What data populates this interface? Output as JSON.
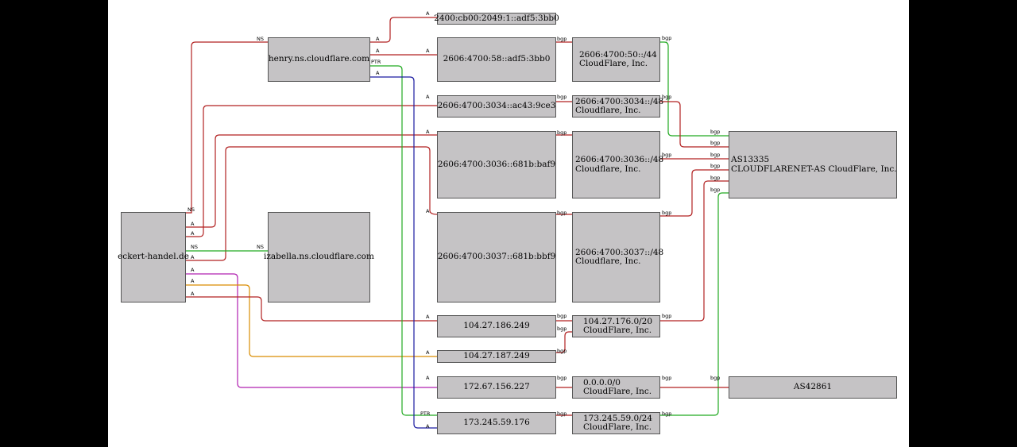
{
  "colors": {
    "background": "#000000",
    "canvas": "#ffffff",
    "node_fill": "#c5c3c5",
    "red": "#b22222",
    "green": "#22aa22",
    "blue": "#1a1aa0",
    "orange": "#d98c00",
    "purple": "#b020b0"
  },
  "nodes": {
    "domain": {
      "line1": "eckert-handel.de"
    },
    "henry": {
      "line1": "henry.ns.cloudflare.com"
    },
    "izabella": {
      "line1": "izabella.ns.cloudflare.com"
    },
    "ip6_a": {
      "line1": "2400:cb00:2049:1::adf5:3bb0"
    },
    "ip6_b": {
      "line1": "2606:4700:58::adf5:3bb0"
    },
    "ip6_c": {
      "line1": "2606:4700:3034::ac43:9ce3"
    },
    "ip6_d": {
      "line1": "2606:4700:3036::681b:baf9"
    },
    "ip6_e": {
      "line1": "2606:4700:3037::681b:bbf9"
    },
    "ip4_a": {
      "line1": "104.27.186.249"
    },
    "ip4_b": {
      "line1": "104.27.187.249"
    },
    "ip4_c": {
      "line1": "172.67.156.227"
    },
    "ip4_d": {
      "line1": "173.245.59.176"
    },
    "pfx_44": {
      "line1": "2606:4700:50::/44",
      "line2": "CloudFlare, Inc."
    },
    "pfx_3034": {
      "line1": "2606:4700:3034::/48",
      "line2": "Cloudflare, Inc."
    },
    "pfx_3036": {
      "line1": "2606:4700:3036::/48",
      "line2": "Cloudflare, Inc."
    },
    "pfx_3037": {
      "line1": "2606:4700:3037::/48",
      "line2": "Cloudflare, Inc."
    },
    "pfx_104": {
      "line1": "104.27.176.0/20",
      "line2": "CloudFlare, Inc."
    },
    "pfx_0": {
      "line1": "0.0.0.0/0",
      "line2": "CloudFlare, Inc."
    },
    "pfx_173": {
      "line1": "173.245.59.0/24",
      "line2": "CloudFlare, Inc."
    },
    "as13335": {
      "line1": "AS13335",
      "line2": "CLOUDFLARENET-AS CloudFlare, Inc."
    },
    "as42861": {
      "line1": "AS42861"
    }
  },
  "edge_labels": {
    "ns": "NS",
    "a": "A",
    "ptr": "PTR",
    "bgp": "bgp"
  }
}
